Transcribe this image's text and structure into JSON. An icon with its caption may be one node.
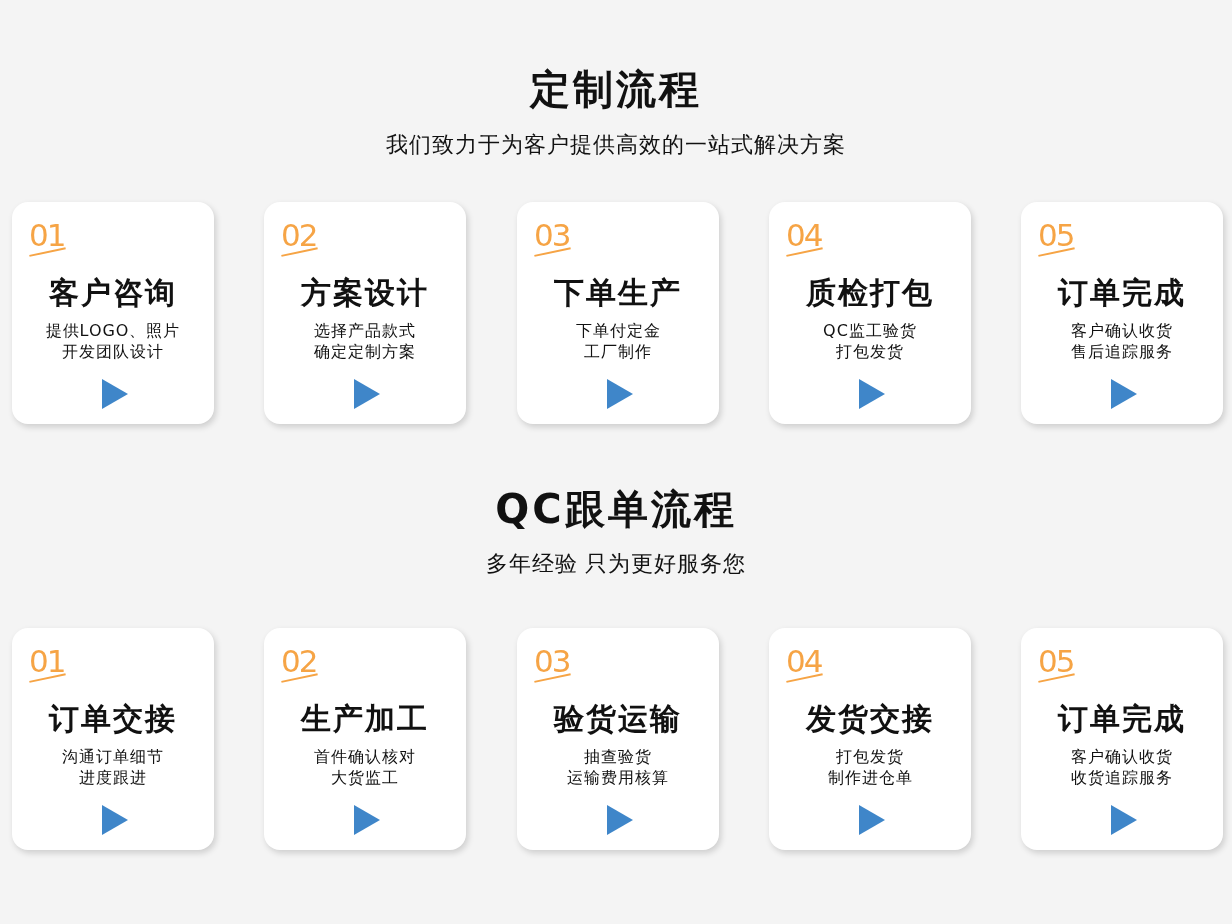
{
  "diagram": {
    "nodes": [
      {
        "text": [
          "01",
          "客户咨询",
          "提供LOGO、照片",
          "开发团队设计"
        ]
      },
      {
        "text": [
          "02",
          "方案设计",
          "选择产品款式",
          "确定定制方案"
        ]
      },
      {
        "text": [
          "03",
          "下单生产",
          "下单付定金",
          "工厂制作"
        ]
      },
      {
        "text": [
          "04",
          "质检打包",
          "QC监工验货",
          "打包发货"
        ]
      },
      {
        "text": [
          "05",
          "订单完成",
          "客户确认收货",
          "售后追踪服务"
        ]
      },
      {
        "text": [
          "01",
          "订单交接",
          "沟通订单细节",
          "进度跟进"
        ]
      },
      {
        "text": [
          "02",
          "生产加工",
          "首件确认核对",
          "大货监工"
        ]
      },
      {
        "text": [
          "03",
          "验货运输",
          "抽查验货",
          "运输费用核算"
        ]
      },
      {
        "text": [
          "04",
          "发货交接",
          "打包发货",
          "制作进仓单"
        ]
      },
      {
        "text": [
          "05",
          "订单完成",
          "客户确认收货",
          "收货追踪服务"
        ]
      }
    ],
    "labels": [
      "定制流程",
      "我们致力于为客户提供高效的一站式解决方案",
      "QC跟单流程",
      "多年经验 只为更好服务您"
    ]
  }
}
